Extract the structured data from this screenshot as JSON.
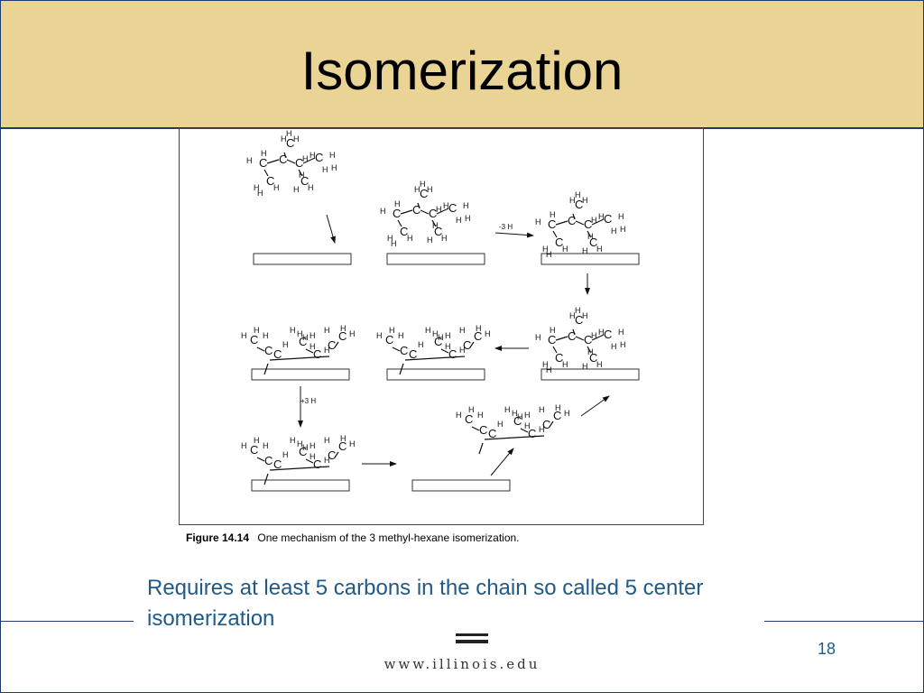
{
  "slide": {
    "title": "Isomerization",
    "figure_caption_label": "Figure 14.14",
    "figure_caption_text": "One mechanism of the 3 methyl-hexane isomerization.",
    "body_text": "Requires at least 5 carbons in the chain so called 5 center isomerization",
    "page_number": "18",
    "footer_url": "www.illinois.edu"
  },
  "diagram": {
    "minus_3h_label": "-3 H",
    "plus_3h_label": "+3 H",
    "carbon_symbol": "C",
    "hydrogen_symbol": "H"
  }
}
